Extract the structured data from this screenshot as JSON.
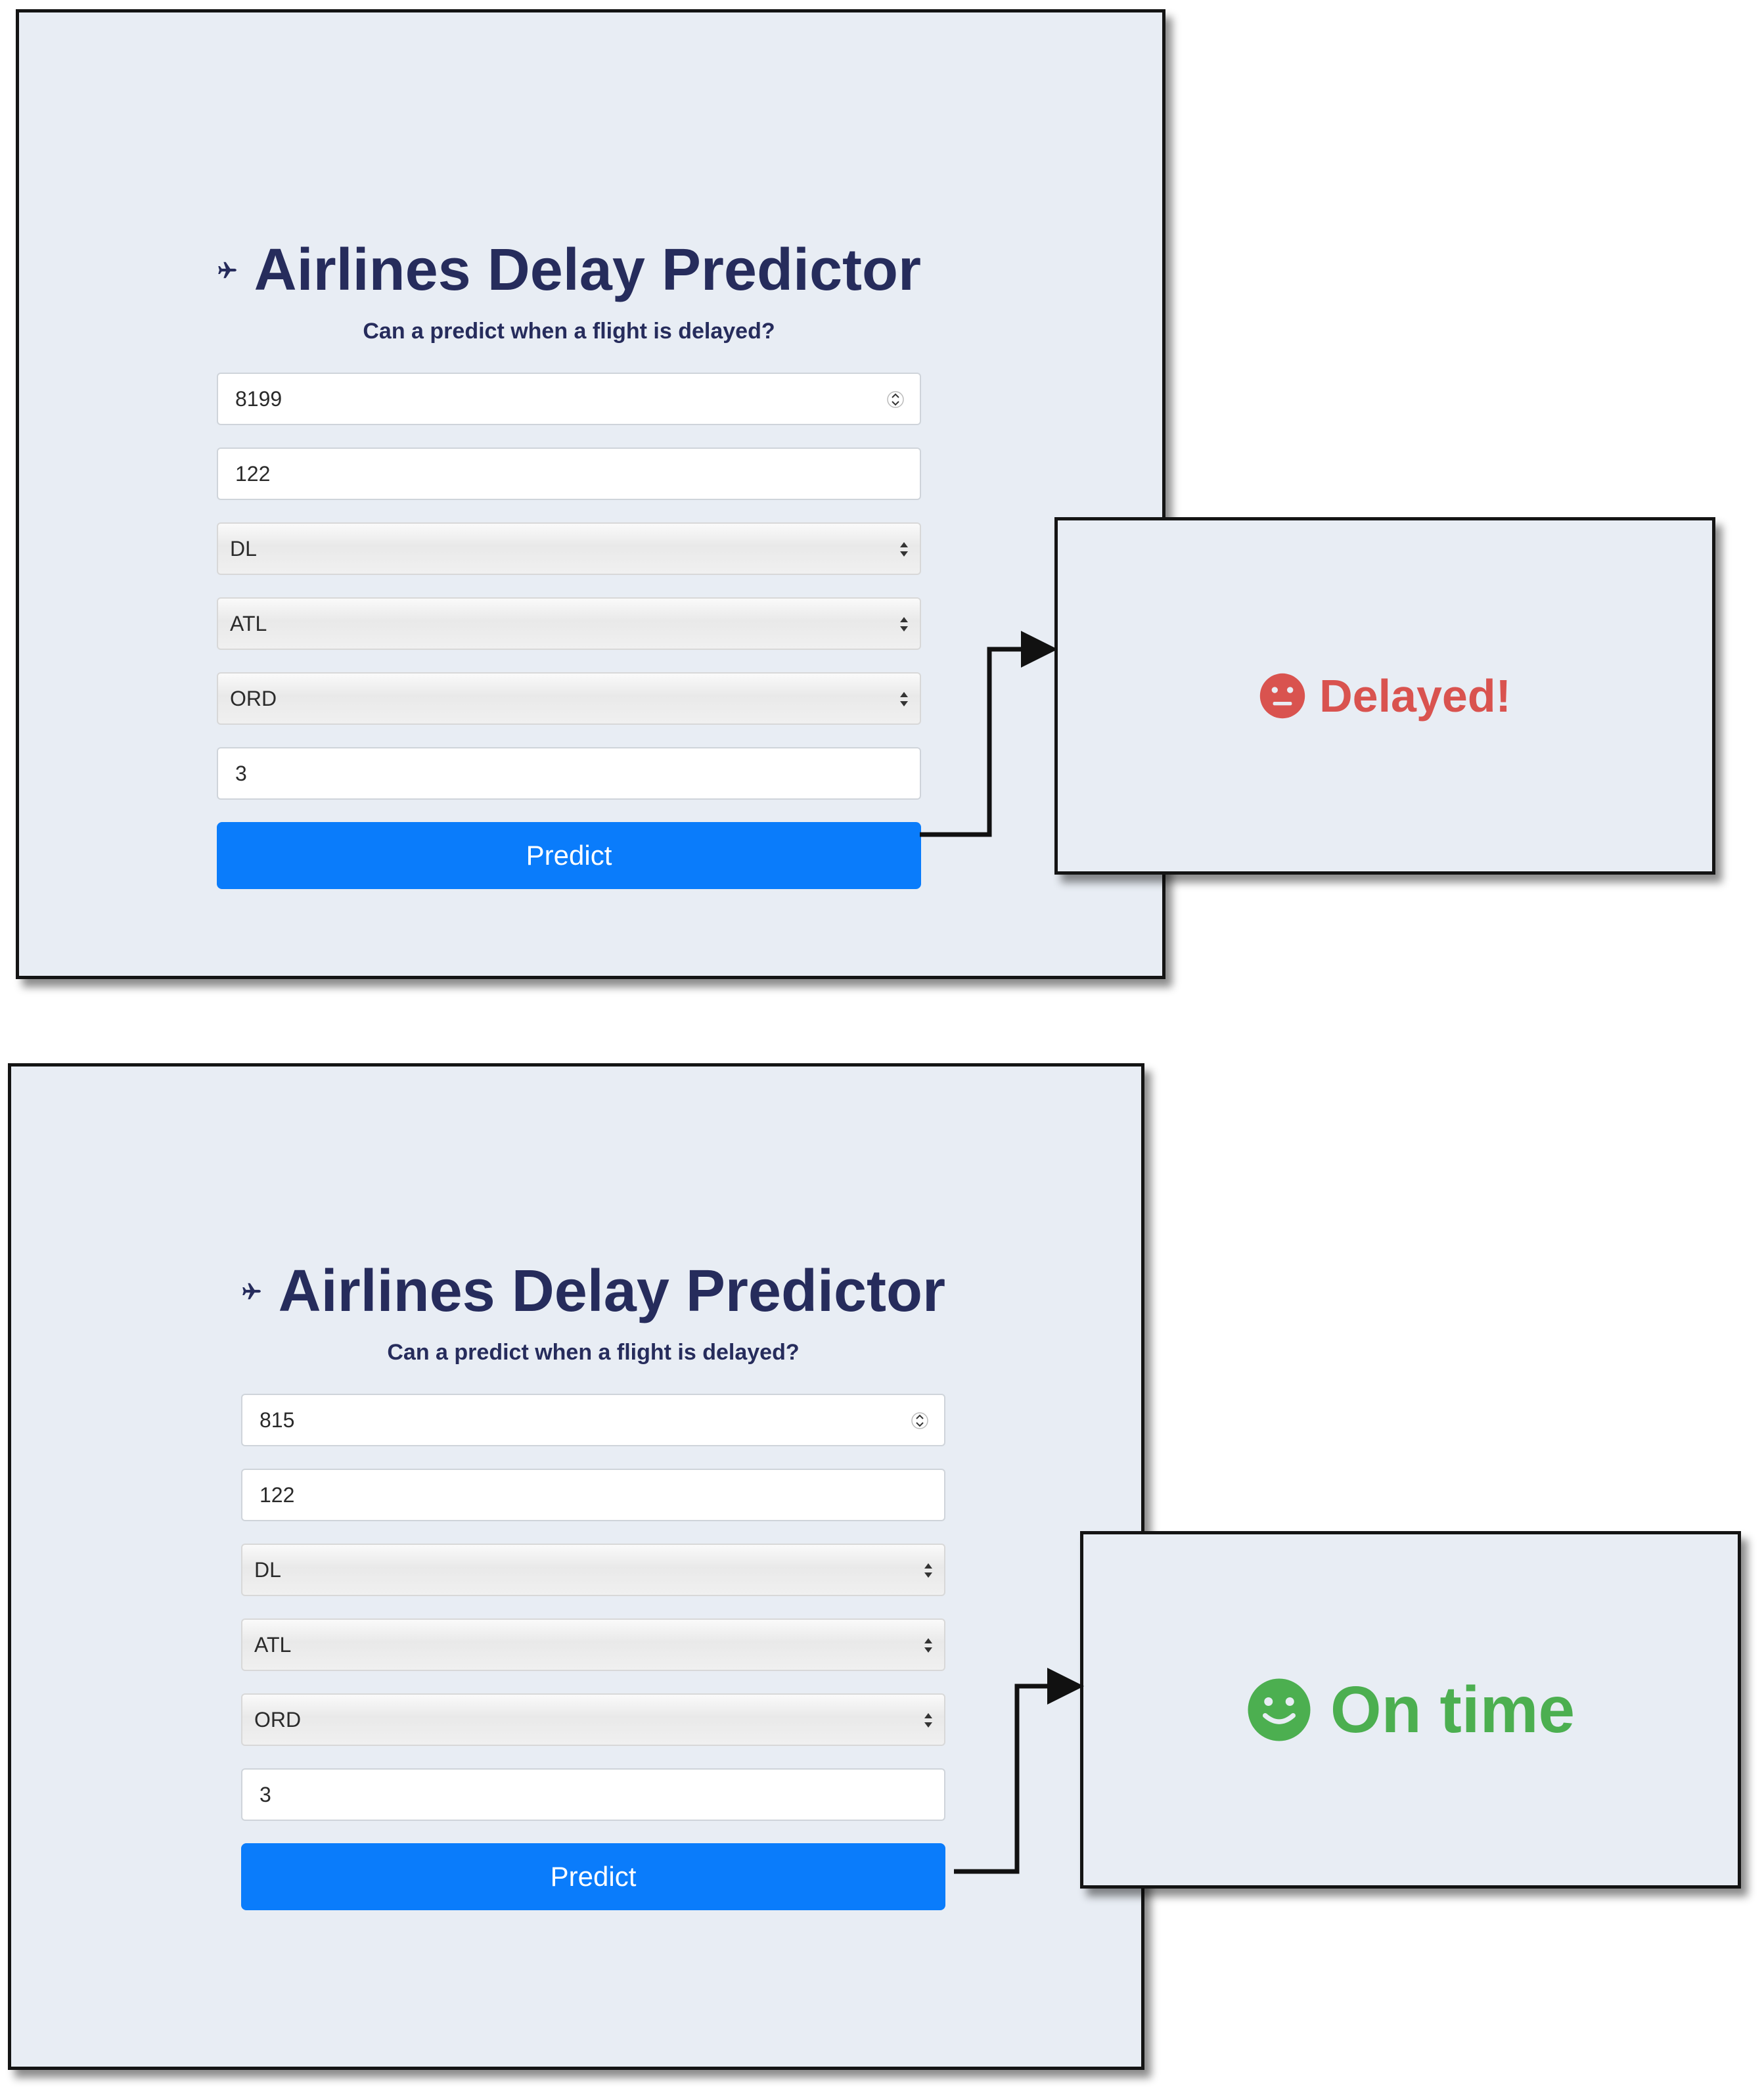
{
  "panels": [
    {
      "title": "Airlines Delay Predictor",
      "subtitle": "Can a predict when a flight is delayed?",
      "fields": {
        "flight_number": "8199",
        "distance": "122",
        "airline": "DL",
        "origin": "ATL",
        "destination": "ORD",
        "day": "3"
      },
      "button_label": "Predict",
      "result": {
        "text": "Delayed!",
        "icon": "neutral-face-icon",
        "color": "#d9534f"
      }
    },
    {
      "title": "Airlines Delay Predictor",
      "subtitle": "Can a predict when a flight is delayed?",
      "fields": {
        "flight_number": "815",
        "distance": "122",
        "airline": "DL",
        "origin": "ATL",
        "destination": "ORD",
        "day": "3"
      },
      "button_label": "Predict",
      "result": {
        "text": "On time",
        "icon": "smile-face-icon",
        "color": "#4caf50"
      }
    }
  ],
  "colors": {
    "panel_bg": "#e8edf4",
    "title": "#262c5c",
    "button": "#0a7cfb"
  }
}
